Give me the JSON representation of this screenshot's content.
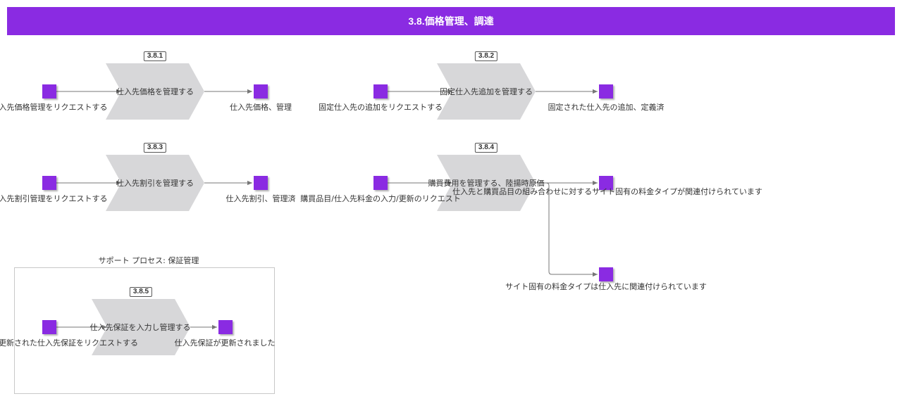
{
  "title": "3.8.価格管理、調達",
  "processes": [
    {
      "id": "3.8.1",
      "label": "仕入先価格を管理する",
      "input": "仕入先価格管理をリクエストする",
      "outputs": [
        "仕入先価格、管理"
      ]
    },
    {
      "id": "3.8.2",
      "label": "固定仕入先追加を管理する",
      "input": "固定仕入先の追加をリクエストする",
      "outputs": [
        "固定された仕入先の追加、定義済"
      ]
    },
    {
      "id": "3.8.3",
      "label": "仕入先割引を管理する",
      "input": "仕入先割引管理をリクエストする",
      "outputs": [
        "仕入先割引、管理済"
      ]
    },
    {
      "id": "3.8.4",
      "label": "購買費用を管理する、陸揚時原価",
      "input": "購買品目/仕入先料金の入力/更新のリクエスト",
      "outputs": [
        "仕入先と購買品目の組み合わせに対するサイト固有の料金タイプが関連付けられています",
        "サイト固有の料金タイプは仕入先に関連付けられています"
      ]
    },
    {
      "id": "3.8.5",
      "label": "仕入先保証を入力し管理する",
      "input": "更新された仕入先保証をリクエストする",
      "outputs": [
        "仕入先保証が更新されました"
      ]
    }
  ],
  "support_process": {
    "title": "サポート プロセス: 保証管理"
  },
  "colors": {
    "accent": "#8a2be2",
    "chevron": "#d7d7d9",
    "connector": "#777777"
  }
}
